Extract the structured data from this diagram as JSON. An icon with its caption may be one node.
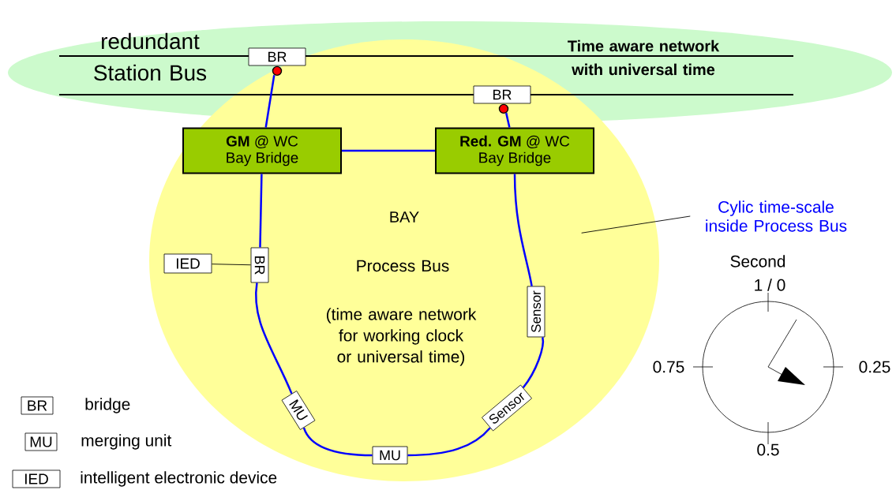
{
  "diagram": {
    "nodes": [
      {
        "text": [
          "redundant Station Bus",
          "Time aware network with universal time"
        ]
      },
      {
        "text": [
          "BAY",
          "Process Bus",
          "(time aware network for working clock or universal time)"
        ]
      },
      {
        "text": [
          "BR"
        ],
        "in": 0
      },
      {
        "text": [
          "BR"
        ]
      },
      {
        "text": [
          "**GM** @ WC",
          "Bay Bridge"
        ],
        "in": 1
      },
      {
        "text": [
          "**Red. GM** @ WC",
          "Bay Bridge"
        ],
        "in": 1
      },
      {
        "text": [
          "IED"
        ],
        "in": 1
      },
      {
        "text": [
          "BR"
        ],
        "in": 1
      },
      {
        "text": [
          "Sensor"
        ],
        "in": 1
      },
      {
        "text": [
          "MU"
        ],
        "in": 1
      },
      {
        "text": [
          "MU"
        ],
        "in": 1
      },
      {
        "text": [
          "Sensor"
        ],
        "in": 1
      },
      {
        "text": [
          "Cylic time-scale inside Process Bus"
        ]
      }
    ],
    "edges": [
      {
        "from": 2,
        "to": 4,
        "arrow": "none"
      },
      {
        "from": 3,
        "to": 5,
        "arrow": "none"
      },
      {
        "from": 4,
        "to": 5,
        "arrow": "none"
      },
      {
        "from": 4,
        "to": 7,
        "arrow": "none"
      },
      {
        "from": 7,
        "to": 9,
        "arrow": "none"
      },
      {
        "from": 9,
        "to": 10,
        "arrow": "none"
      },
      {
        "from": 10,
        "to": 11,
        "arrow": "none"
      },
      {
        "from": 11,
        "to": 8,
        "arrow": "none"
      },
      {
        "from": 8,
        "to": 5,
        "arrow": "none"
      },
      {
        "from": 6,
        "to": 7,
        "arrow": "none",
        "color": "#000000"
      },
      {
        "from": 12,
        "to": 1,
        "arrow": "none",
        "color": "#000000"
      }
    ],
    "labels": [
      "Second",
      "1 / 0",
      "0.75",
      "0.25",
      "BR",
      "bridge",
      "MU",
      "merging unit",
      "0.5",
      "IED",
      "intelligent electronic device"
    ]
  }
}
